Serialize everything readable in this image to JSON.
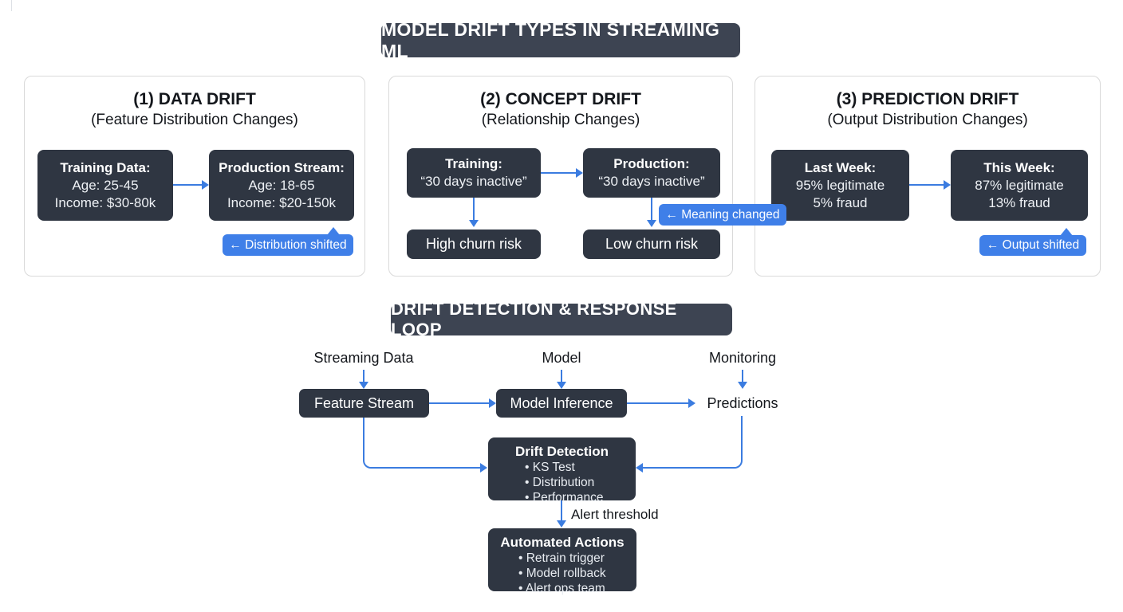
{
  "colors": {
    "dark_box": "#2f3642",
    "header_bar": "#3d4452",
    "accent_blue": "#3b7ce0",
    "badge_blue": "#3f7fe8",
    "panel_border": "#d9d9d9"
  },
  "header1": "MODEL DRIFT TYPES IN STREAMING ML",
  "header2": "DRIFT DETECTION & RESPONSE LOOP",
  "panels": [
    {
      "title": "(1) DATA DRIFT",
      "subtitle": "(Feature Distribution Changes)",
      "left_box": {
        "header": "Training Data:",
        "line1": "Age: 25-45",
        "line2": "Income: $30-80k"
      },
      "right_box": {
        "header": "Production Stream:",
        "line1": "Age: 18-65",
        "line2": "Income: $20-150k"
      },
      "badge": "← Distribution shifted"
    },
    {
      "title": "(2) CONCEPT DRIFT",
      "subtitle": "(Relationship Changes)",
      "left_box": {
        "header": "Training:",
        "line1": "“30 days inactive”"
      },
      "right_box": {
        "header": "Production:",
        "line1": "“30 days inactive”"
      },
      "left_result": "High churn risk",
      "right_result": "Low churn risk",
      "badge": "← Meaning changed"
    },
    {
      "title": "(3) PREDICTION DRIFT",
      "subtitle": "(Output Distribution Changes)",
      "left_box": {
        "header": "Last Week:",
        "line1": "95% legitimate",
        "line2": "5% fraud"
      },
      "right_box": {
        "header": "This Week:",
        "line1": "87% legitimate",
        "line2": "13% fraud"
      },
      "badge": "← Output shifted"
    }
  ],
  "loop": {
    "input_labels": {
      "streaming": "Streaming Data",
      "model": "Model",
      "monitoring": "Monitoring"
    },
    "feature_stream": "Feature Stream",
    "model_inference": "Model Inference",
    "predictions": "Predictions",
    "drift_detection": {
      "header": "Drift Detection",
      "bullets": [
        "• KS Test",
        "• Distribution",
        "• Performance"
      ]
    },
    "alert_label": "Alert threshold",
    "automated_actions": {
      "header": "Automated Actions",
      "bullets": [
        "• Retrain trigger",
        "• Model rollback",
        "• Alert ops team"
      ]
    }
  }
}
